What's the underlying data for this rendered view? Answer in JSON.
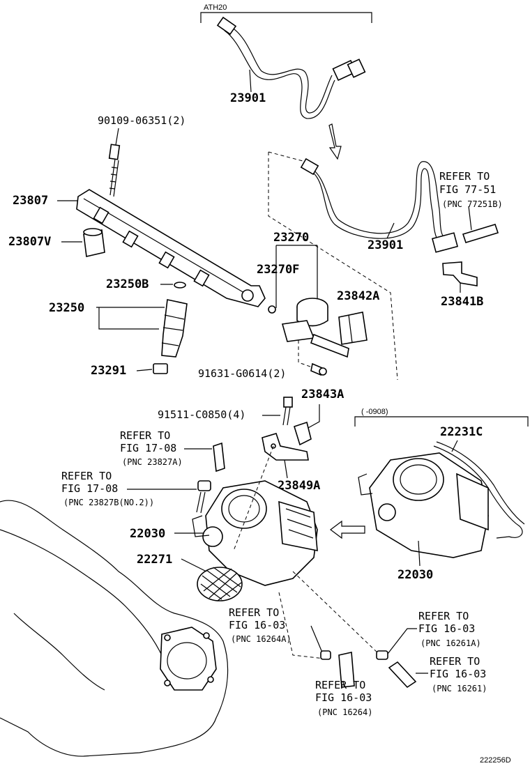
{
  "diagram": {
    "variant_top": "ATH20",
    "variant_right": "(    -0908)",
    "drawing_id": "222256D",
    "labels": {
      "p23901_a": "23901",
      "p23901_b": "23901",
      "p90109": "90109-06351(2)",
      "p23807": "23807",
      "p23807v": "23807V",
      "p23250b": "23250B",
      "p23250": "23250",
      "p23291": "23291",
      "p23270": "23270",
      "p23270f": "23270F",
      "p23842a": "23842A",
      "p91631": "91631-G0614(2)",
      "p23841b": "23841B",
      "p23843a": "23843A",
      "p91511": "91511-C0850(4)",
      "p23849a": "23849A",
      "p22231c": "22231C",
      "p22030_a": "22030",
      "p22030_b": "22030",
      "p22271": "22271"
    },
    "references": [
      {
        "line1": "REFER TO",
        "line2": "FIG 77-51",
        "line3": "(PNC 77251B)"
      },
      {
        "line1": "REFER TO",
        "line2": "FIG 17-08",
        "line3": "(PNC 23827A)"
      },
      {
        "line1": "REFER TO",
        "line2": "FIG 17-08",
        "line3": "(PNC 23827B(NO.2))"
      },
      {
        "line1": "REFER TO",
        "line2": "FIG 16-03",
        "line3": "(PNC 16264A)"
      },
      {
        "line1": "REFER TO",
        "line2": "FIG 16-03",
        "line3": "(PNC 16264)"
      },
      {
        "line1": "REFER TO",
        "line2": "FIG 16-03",
        "line3": "(PNC 16261A)"
      },
      {
        "line1": "REFER TO",
        "line2": "FIG 16-03",
        "line3": "(PNC 16261)"
      }
    ]
  }
}
